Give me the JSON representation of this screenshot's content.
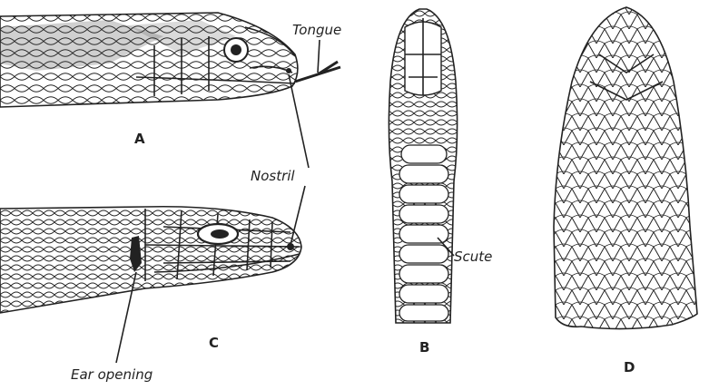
{
  "labels": {
    "tongue": "Tongue",
    "nostril": "Nostril",
    "scute": "Scute",
    "ear_opening": "Ear opening"
  },
  "panels": {
    "a": "A",
    "b": "B",
    "c": "C",
    "d": "D"
  }
}
